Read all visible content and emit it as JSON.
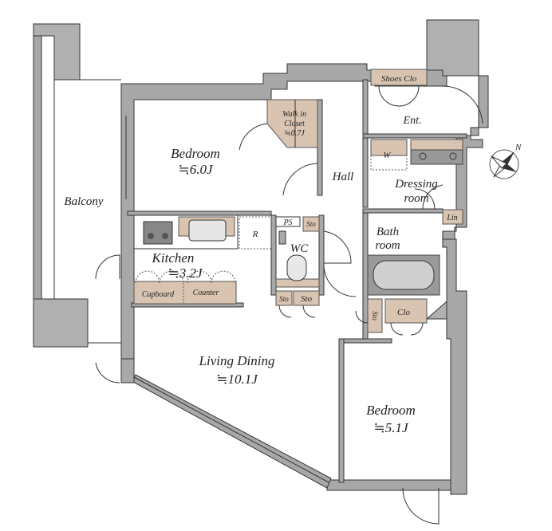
{
  "rooms": {
    "balcony": "Balcony",
    "bedroom1": {
      "name": "Bedroom",
      "area": "≒6.0J"
    },
    "walk_in_closet": {
      "line1": "Walk in",
      "line2": "Closet",
      "area": "≒0.7J"
    },
    "shoes_clo": "Shoes Clo",
    "entrance": "Ent.",
    "hall": "Hall",
    "washer": "W",
    "dressing": {
      "line1": "Dressing",
      "line2": "room"
    },
    "linen": "Lin",
    "bath": {
      "line1": "Bath",
      "line2": "room"
    },
    "kitchen": {
      "name": "Kitchen",
      "area": "≒3.2J"
    },
    "fridge": "R",
    "pipe_space": "PS",
    "wc_storage_top": "Sto",
    "wc": "WC",
    "wc_storage_left": "Sto",
    "wc_storage_right": "Sto",
    "cupboard": "Cupboard",
    "counter": "Counter",
    "hall_storage": "Sto",
    "closet": "Clo",
    "living": {
      "name": "Living Dining",
      "area": "≒10.1J"
    },
    "bedroom2": {
      "name": "Bedroom",
      "area": "≒5.1J"
    }
  },
  "compass": {
    "label": "N"
  },
  "colors": {
    "wall": "#a8a8a8",
    "fixture": "#d9c4b1"
  }
}
